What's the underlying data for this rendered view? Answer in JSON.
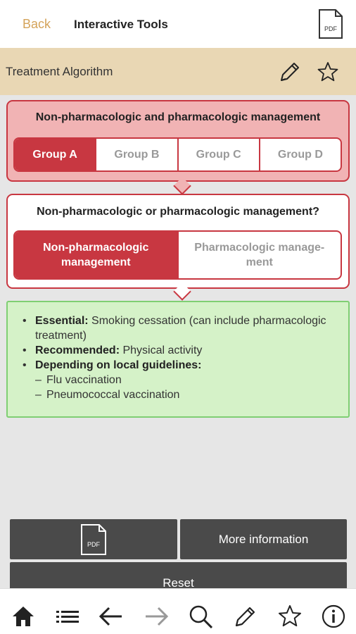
{
  "header": {
    "back_label": "Back",
    "title": "Interactive Tools",
    "pdf_label": "PDF"
  },
  "subheader": {
    "title": "Treatment Algorithm"
  },
  "step1": {
    "question": "Non-pharmacologic and pharmacologic management",
    "options": [
      "Group A",
      "Group B",
      "Group C",
      "Group D"
    ],
    "selected": "Group A"
  },
  "step2": {
    "question": "Non-pharmacologic or pharmacologic management?",
    "options": [
      "Non-pharmacologic management",
      "Pharmacologic manage-ment"
    ],
    "selected": "Non-pharmacologic management"
  },
  "result": {
    "items": [
      {
        "bold": "Essential:",
        "text": " Smoking cessation (can include pharmacologic treatment)"
      },
      {
        "bold": "Recommended:",
        "text": " Physical activity"
      },
      {
        "bold": "Depending on local guidelines:",
        "text": ""
      }
    ],
    "subitems": [
      "Flu vaccination",
      "Pneumococcal vaccination"
    ]
  },
  "actions": {
    "pdf_label": "PDF",
    "more_info_label": "More information",
    "reset_label": "Reset"
  },
  "colors": {
    "accent_red": "#c83741",
    "header_tan": "#e9d7b4",
    "result_green": "#d5f2c8",
    "back_gold": "#d4a35a"
  },
  "bottom_nav": [
    "home-icon",
    "list-icon",
    "arrow-left-icon",
    "arrow-right-icon",
    "search-icon",
    "pencil-icon",
    "star-icon",
    "info-icon"
  ]
}
